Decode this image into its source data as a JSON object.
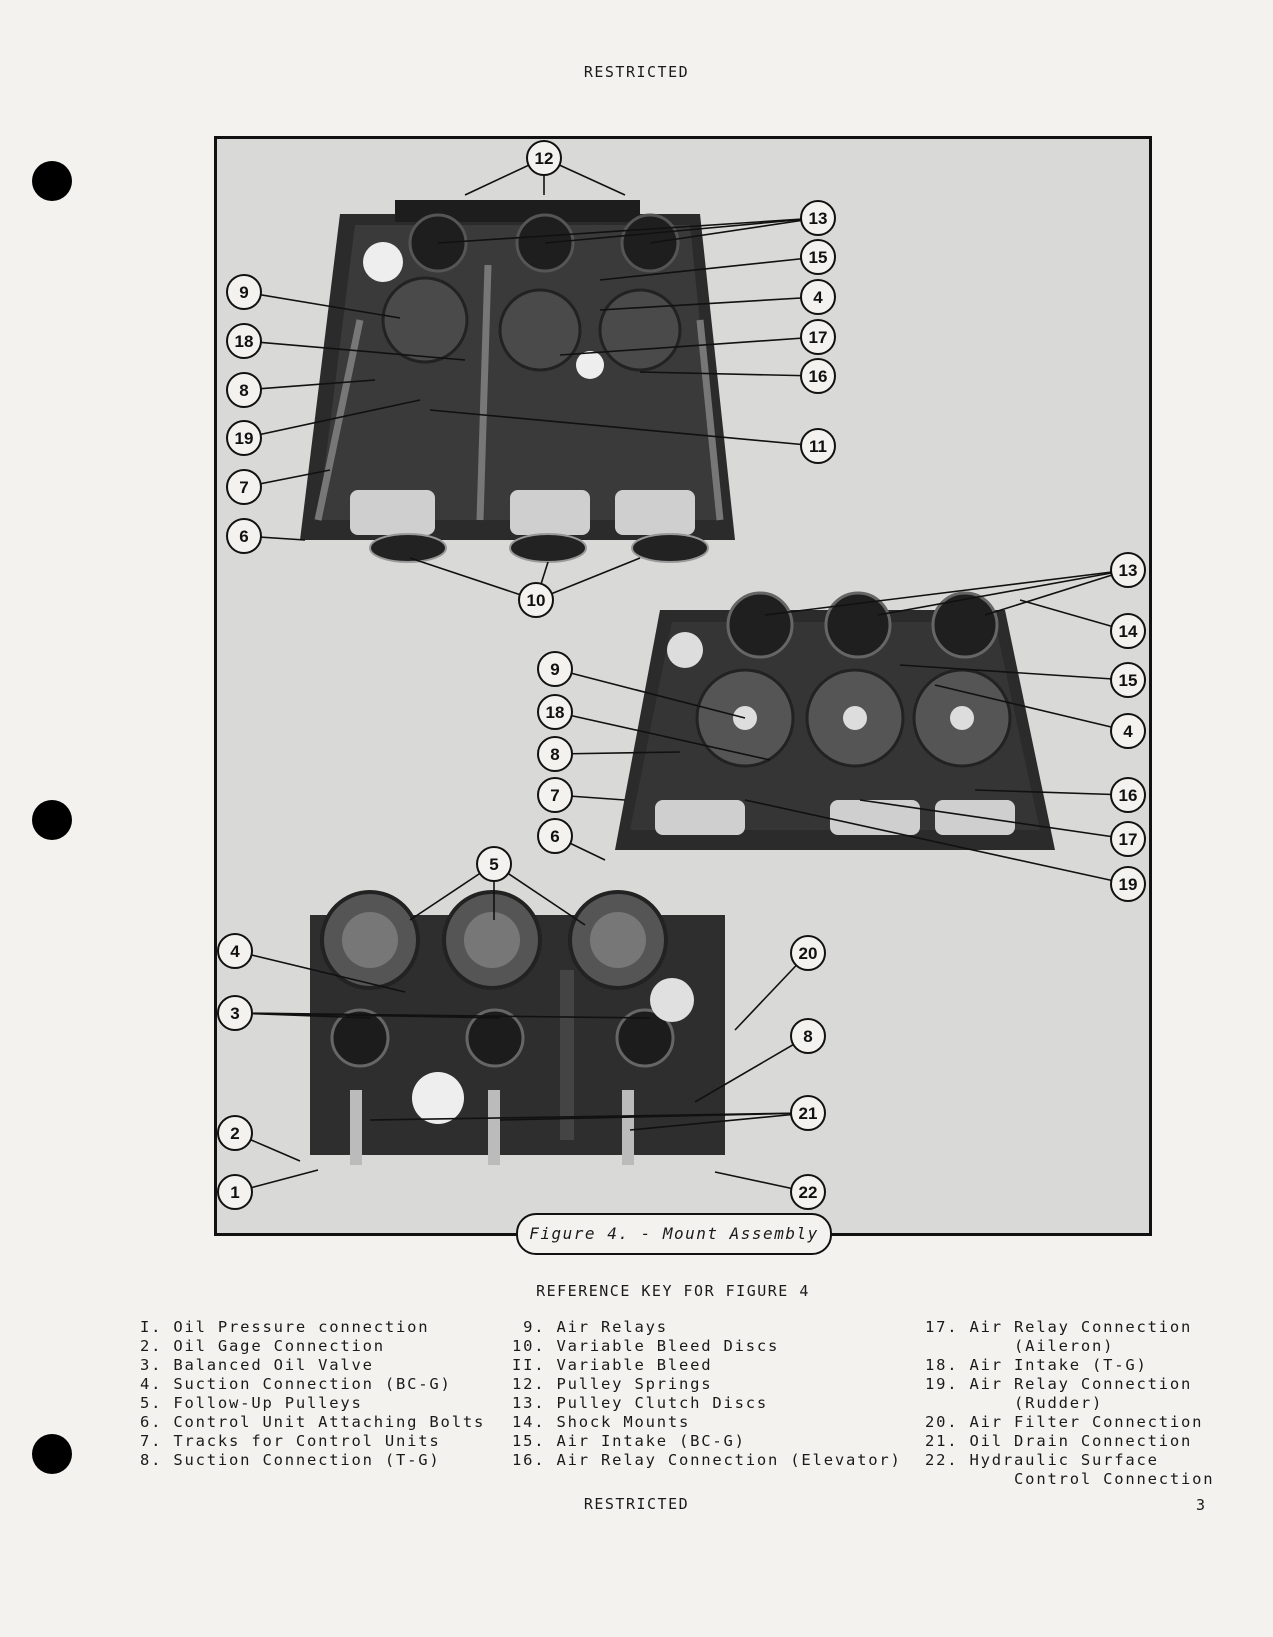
{
  "header": {
    "marking": "RESTRICTED"
  },
  "figure": {
    "caption": "Figure 4. - Mount Assembly",
    "top_view_callouts": [
      "12",
      "13",
      "15",
      "4",
      "9",
      "18",
      "17",
      "16",
      "8",
      "19",
      "11",
      "7",
      "6",
      "10"
    ],
    "middle_view_callouts": [
      "13",
      "14",
      "15",
      "9",
      "4",
      "18",
      "8",
      "7",
      "16",
      "6",
      "17",
      "19"
    ],
    "bottom_view_callouts": [
      "5",
      "20",
      "4",
      "3",
      "8",
      "21",
      "2",
      "1",
      "22"
    ]
  },
  "reference_key": {
    "title": "REFERENCE KEY FOR FIGURE 4",
    "column_1": [
      "I. Oil Pressure connection",
      "2. Oil Gage Connection",
      "3. Balanced Oil Valve",
      "4. Suction Connection (BC-G)",
      "5. Follow-Up Pulleys",
      "6. Control Unit Attaching Bolts",
      "7. Tracks for Control Units",
      "8. Suction Connection (T-G)"
    ],
    "column_2": [
      " 9. Air Relays",
      "10. Variable Bleed Discs",
      "II. Variable Bleed",
      "12. Pulley Springs",
      "13. Pulley Clutch Discs",
      "14. Shock Mounts",
      "15. Air Intake (BC-G)",
      "16. Air Relay Connection (Elevator)"
    ],
    "column_3": [
      "17. Air Relay Connection",
      "        (Aileron)",
      "18. Air Intake (T-G)",
      "19. Air Relay Connection",
      "        (Rudder)",
      "20. Air Filter Connection",
      "21. Oil Drain Connection",
      "22. Hydraulic Surface",
      "        Control Connection"
    ]
  },
  "footer": {
    "marking": "RESTRICTED",
    "page_number": "3"
  }
}
